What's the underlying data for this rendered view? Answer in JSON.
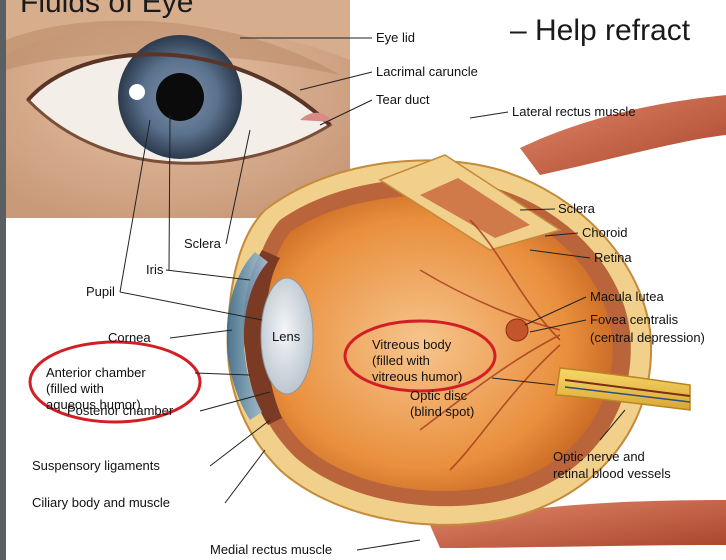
{
  "header": {
    "title": "Fluids of Eye",
    "bullet": "– Help refract"
  },
  "labels": {
    "eye_lid": "Eye lid",
    "lacrimal_caruncle": "Lacrimal caruncle",
    "tear_duct": "Tear duct",
    "lateral_rectus": "Lateral rectus muscle",
    "sclera_outer": "Sclera",
    "sclera_inner": "Sclera",
    "choroid": "Choroid",
    "retina": "Retina",
    "iris": "Iris",
    "pupil": "Pupil",
    "macula_lutea": "Macula lutea",
    "fovea_1": "Fovea centralis",
    "fovea_2": "(central depression)",
    "cornea": "Cornea",
    "lens": "Lens",
    "vitreous_1": "Vitreous body",
    "vitreous_2": "(filled with",
    "vitreous_3": "vitreous humor)",
    "anterior_1": "Anterior chamber",
    "anterior_2": "(filled with",
    "anterior_3": "aqueous humor)",
    "optic_disc_1": "Optic disc",
    "optic_disc_2": "(blind spot)",
    "posterior_chamber": "Posterior chamber",
    "suspensory": "Suspensory ligaments",
    "optic_nerve_1": "Optic nerve and",
    "optic_nerve_2": "retinal blood vessels",
    "ciliary": "Ciliary body and muscle",
    "medial_rectus": "Medial rectus muscle"
  },
  "colors": {
    "highlight_circle": "#d21f25",
    "background": "#5a5f63",
    "panel": "#ffffff"
  }
}
